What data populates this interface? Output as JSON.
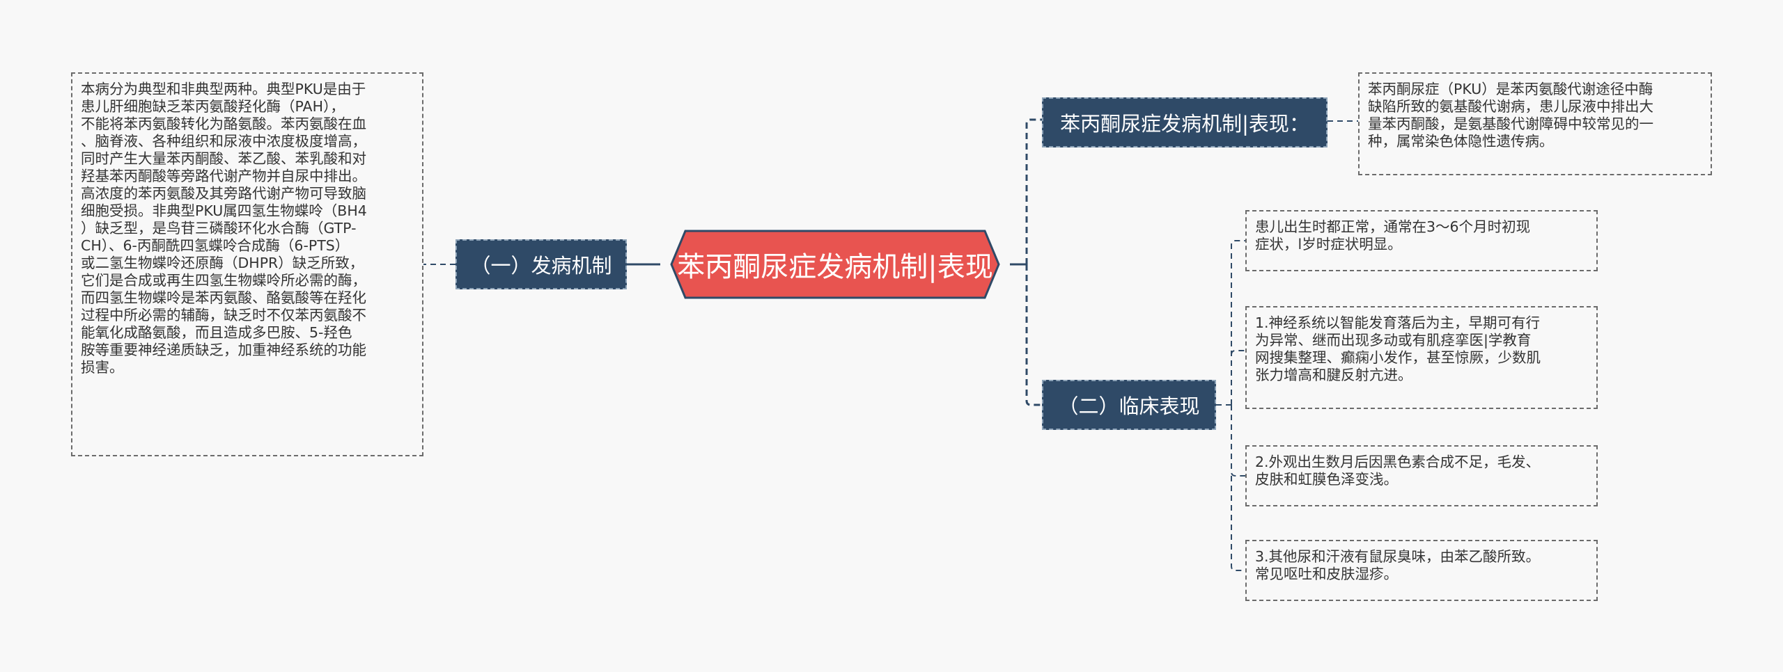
{
  "root": {
    "title": "苯丙酮尿症发病机制|表现"
  },
  "branches": {
    "mechanism": {
      "label": "（一）发病机制",
      "detail": "本病分为典型和非典型两种。典型PKU是由于\n患儿肝细胞缺乏苯丙氨酸羟化酶（PAH），\n不能将苯丙氨酸转化为酪氨酸。苯丙氨酸在血\n、脑脊液、各种组织和尿液中浓度极度增高，\n同时产生大量苯丙酮酸、苯乙酸、苯乳酸和对\n羟基苯丙酮酸等旁路代谢产物并自尿中排出。\n高浓度的苯丙氨酸及其旁路代谢产物可导致脑\n细胞受损。非典型PKU属四氢生物蝶呤（BH4\n）缺乏型，是鸟苷三磷酸环化水合酶（GTP-\nCH）、6-丙酮酰四氢蝶呤合成酶（6-PTS）\n或二氢生物蝶呤还原酶（DHPR）缺乏所致，\n它们是合成或再生四氢生物蝶呤所必需的酶，\n而四氢生物蝶呤是苯丙氨酸、酪氨酸等在羟化\n过程中所必需的辅酶，缺乏时不仅苯丙氨酸不\n能氧化成酪氨酸，而且造成多巴胺、5-羟色\n胺等重要神经递质缺乏，加重神经系统的功能\n损害。"
    },
    "definition": {
      "label": "苯丙酮尿症发病机制|表现：",
      "detail": "苯丙酮尿症（PKU）是苯丙氨酸代谢途径中酶\n缺陷所致的氨基酸代谢病，患儿尿液中排出大\n量苯丙酮酸，是氨基酸代谢障碍中较常见的一\n种，属常染色体隐性遗传病。"
    },
    "clinical": {
      "label": "（二）临床表现",
      "items": [
        "患儿出生时都正常，通常在3～6个月时初现\n症状，l岁时症状明显。",
        "1.神经系统以智能发育落后为主，早期可有行\n为异常、继而出现多动或有肌痉挛医|学教育\n网搜集整理、癫痫小发作，甚至惊厥，少数肌\n张力增高和腱反射亢进。",
        "2.外观出生数月后因黑色素合成不足，毛发、\n皮肤和虹膜色泽变浅。",
        "3.其他尿和汗液有鼠尿臭味，由苯乙酸所致。\n常见呕吐和皮肤湿疹。"
      ]
    }
  },
  "colors": {
    "root_fill": "#e85450",
    "root_border": "#2f4a67",
    "branch_fill": "#2f4a67",
    "connector": "#2f4a67",
    "background": "#f8f8f8"
  }
}
